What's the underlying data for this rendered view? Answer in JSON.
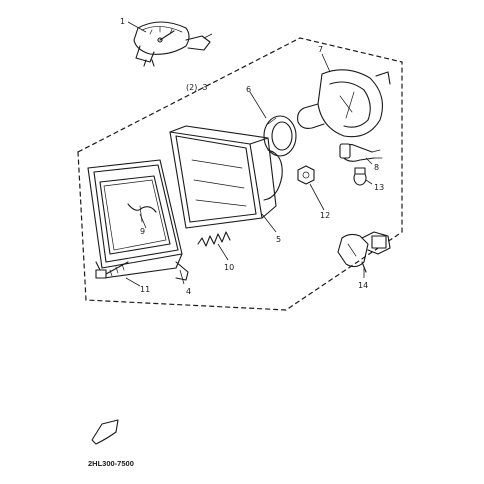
{
  "diagram": {
    "subassembly_label": "(2), 3",
    "drawing_code": "2HL300-7500",
    "callouts": [
      {
        "id": "c1",
        "text": "1"
      },
      {
        "id": "c4",
        "text": "4"
      },
      {
        "id": "c5",
        "text": "5"
      },
      {
        "id": "c6",
        "text": "6"
      },
      {
        "id": "c7",
        "text": "7"
      },
      {
        "id": "c8",
        "text": "8"
      },
      {
        "id": "c9",
        "text": "9"
      },
      {
        "id": "c10",
        "text": "10"
      },
      {
        "id": "c11",
        "text": "11"
      },
      {
        "id": "c12",
        "text": "12"
      },
      {
        "id": "c13",
        "text": "13"
      },
      {
        "id": "c14",
        "text": "14"
      }
    ],
    "icons": {
      "gauge": "speedometer-gauge-icon",
      "headlight": "headlight-unit-icon",
      "rim": "headlight-rim-icon",
      "socket": "bulb-socket-icon",
      "bulb": "halogen-bulb-icon",
      "front_marker": "front-arrow-icon"
    },
    "colors": {
      "ink": "#1a1a1a",
      "paper": "#ffffff"
    }
  }
}
